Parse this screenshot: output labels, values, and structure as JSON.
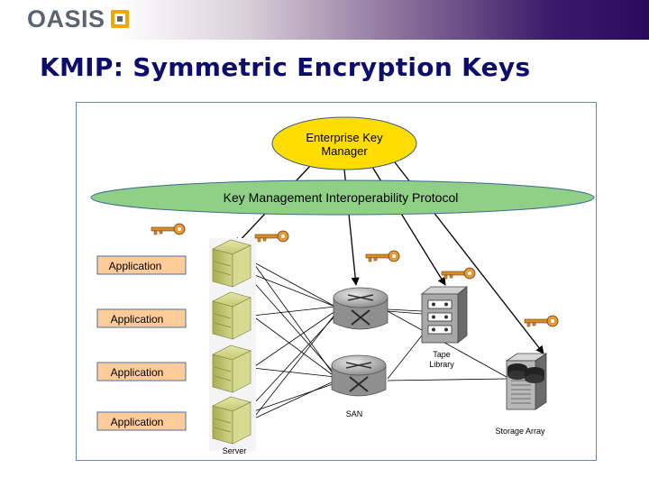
{
  "header": {
    "logo_text": "OASIS",
    "title": "KMIP: Symmetric Encryption Keys"
  },
  "diagram": {
    "key_manager": "Enterprise Key Manager",
    "key_manager_lines": [
      "Enterprise Key",
      "Manager"
    ],
    "protocol": "Key Management Interoperability Protocol",
    "applications": [
      "Application",
      "Application",
      "Application",
      "Application"
    ],
    "server_label": "Server",
    "san_label": "SAN",
    "tape_library_lines": [
      "Tape",
      "Library"
    ],
    "storage_array_label": "Storage Array"
  },
  "colors": {
    "key_manager_fill": "#ffdd00",
    "protocol_fill": "#8fcf86",
    "application_fill": "#ffcc99",
    "server_fill": "#c9cc6e",
    "key_fill": "#d98c26",
    "title": "#0d0d6e"
  }
}
